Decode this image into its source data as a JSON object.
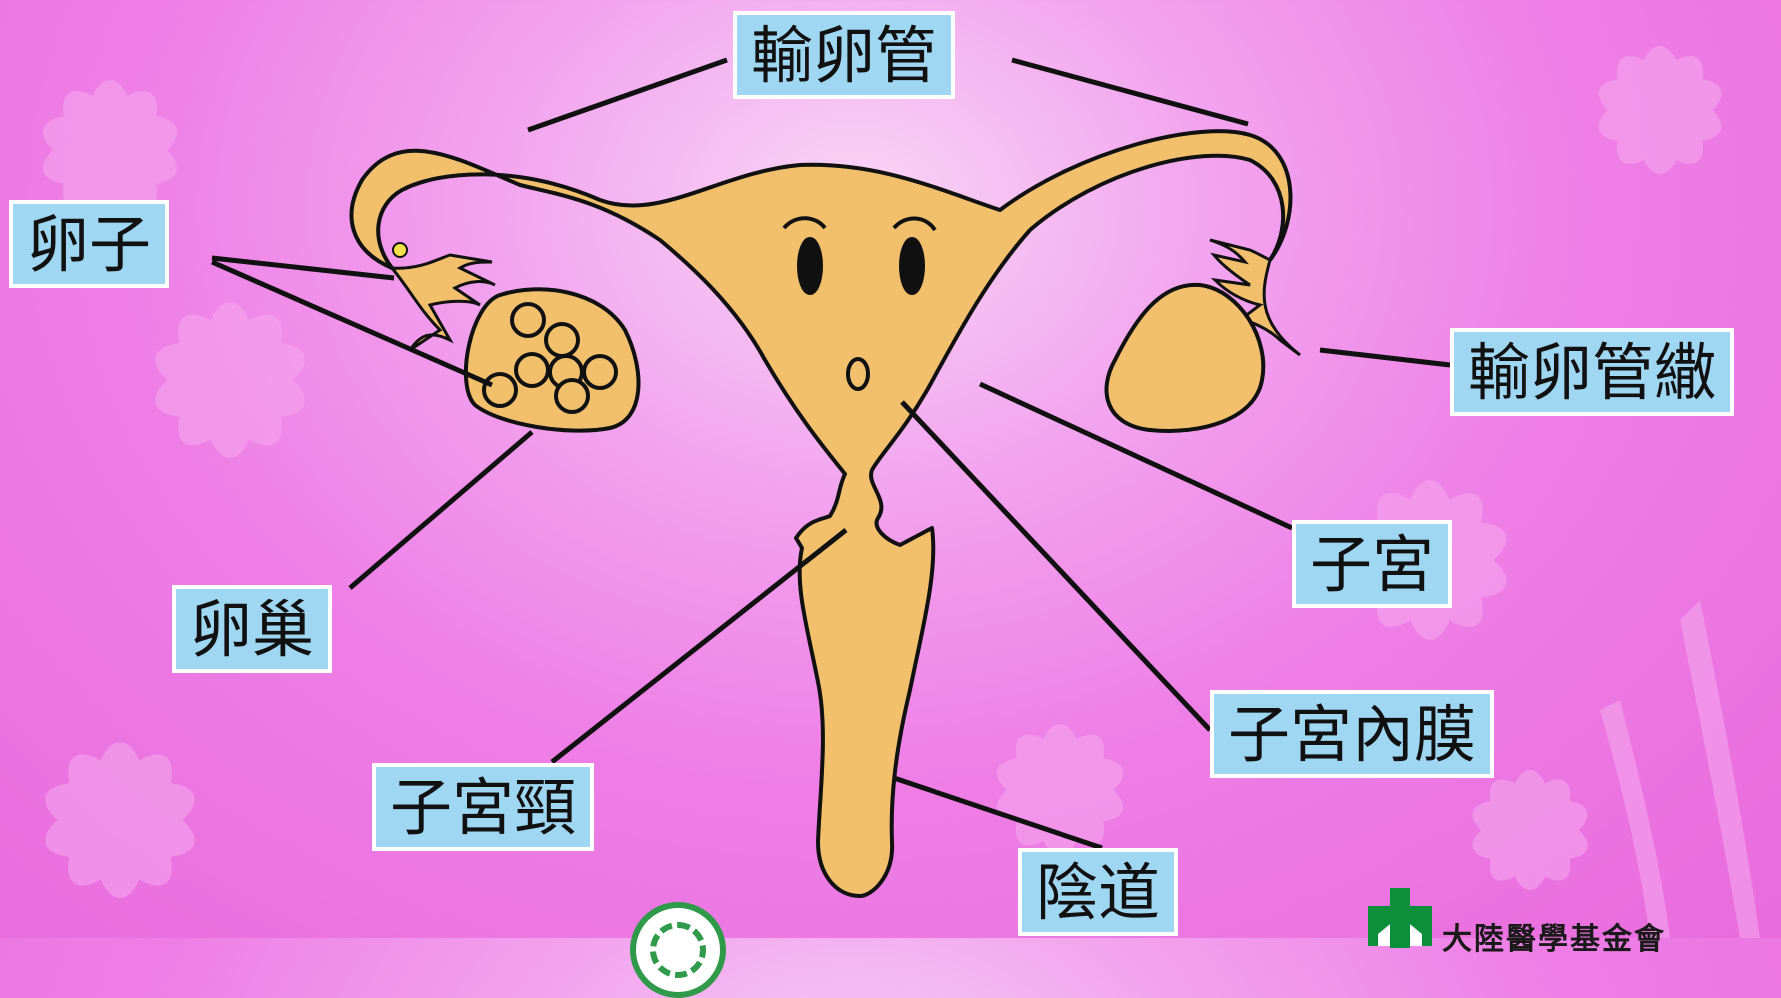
{
  "labels": {
    "fallopian_tube": "輸卵管",
    "egg": "卵子",
    "fimbriae": "輸卵管繖",
    "ovary": "卵巢",
    "uterus": "子宮",
    "endometrium": "子宮內膜",
    "cervix": "子宮頸",
    "vagina": "陰道"
  },
  "footer": {
    "right_logo_text": "大陸醫學基金會"
  },
  "colors": {
    "organ_fill": "#f2c06d",
    "outline": "#111111",
    "label_bg": "#9fd6f2",
    "background": "#ee7fe6",
    "flower": "#f6a6ef"
  }
}
